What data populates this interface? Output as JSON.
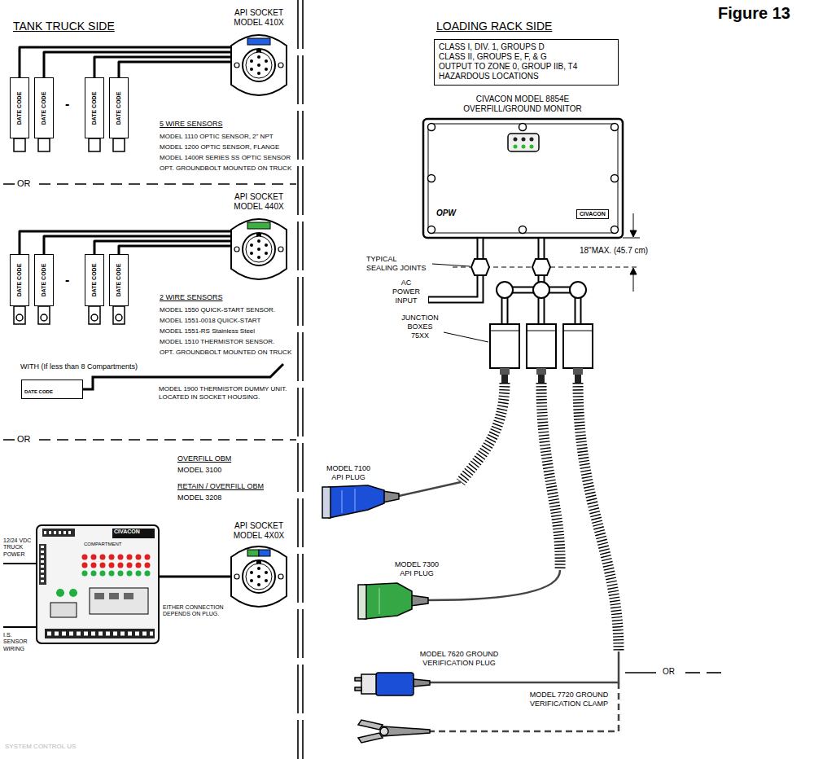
{
  "diagram": {
    "nodes": [
      {
        "text": [
          "API SOCKET MODEL 410X"
        ]
      },
      {
        "text": [
          "DATE CODE"
        ]
      },
      {
        "text": [
          "DATE CODE"
        ]
      },
      {
        "text": [
          "DATE CODE"
        ]
      },
      {
        "text": [
          "DATE CODE"
        ]
      },
      {
        "text": [
          "API SOCKET MODEL 440X"
        ]
      },
      {
        "text": [
          "DATE CODE"
        ]
      },
      {
        "text": [
          "DATE CODE"
        ]
      },
      {
        "text": [
          "DATE CODE"
        ]
      },
      {
        "text": [
          "DATE CODE"
        ]
      },
      {
        "text": [
          "DATE CODE"
        ]
      },
      {
        "text": [
          "CIVACON",
          "COMPARTMENT"
        ]
      },
      {
        "text": [
          "API SOCKET MODEL 4X0X"
        ]
      },
      {
        "text": [
          "CLASS I, DIV. 1, GROUPS D",
          "CLASS II, GROUPS E, F, & G",
          "OUTPUT TO ZONE 0, GROUP IIB, T4",
          "HAZARDOUS LOCATIONS"
        ]
      },
      {
        "text": [
          "CIVACON MODEL 8854E OVERFILL/GROUND MONITOR",
          "OPW",
          "CIVACON"
        ]
      },
      {
        "text": [
          "MODEL 7100 API PLUG"
        ]
      },
      {
        "text": [
          "MODEL 7300 API PLUG"
        ]
      },
      {
        "text": [
          "MODEL 7620 GROUND VERIFICATION PLUG"
        ]
      },
      {
        "text": [
          "MODEL 7720 GROUND VERIFICATION CLAMP"
        ]
      }
    ],
    "edges": [
      {
        "from": 1,
        "to": 0,
        "arrow": "none"
      },
      {
        "from": 2,
        "to": 0,
        "arrow": "none"
      },
      {
        "from": 3,
        "to": 0,
        "arrow": "none"
      },
      {
        "from": 4,
        "to": 0,
        "arrow": "none"
      },
      {
        "from": 6,
        "to": 5,
        "arrow": "none"
      },
      {
        "from": 7,
        "to": 5,
        "arrow": "none"
      },
      {
        "from": 8,
        "to": 5,
        "arrow": "none"
      },
      {
        "from": 9,
        "to": 5,
        "arrow": "none"
      },
      {
        "from": 11,
        "to": 12,
        "arrow": "none"
      }
    ],
    "labels": [
      "Figure 13",
      "TANK TRUCK SIDE",
      "LOADING RACK SIDE",
      "-",
      "5 WIRE SENSORS",
      "MODEL 1110 OPTIC SENSOR, 2\" NPT",
      "MODEL 1200 OPTIC SENSOR, FLANGE",
      "MODEL 1400R SERIES SS OPTIC SENSOR",
      "OPT. GROUNDBOLT MOUNTED ON TRUCK",
      "OR",
      "-",
      "2 WIRE SENSORS",
      "MODEL 1550 QUICK-START SENSOR.",
      "MODEL 1551-0018 QUICK-START",
      "MODEL 1551-RS Stainless Steel",
      "MODEL 1510 THERMISTOR SENSOR.",
      "OPT. GROUNDBOLT MOUNTED ON TRUCK",
      "WITH (If less than 8 Compartments)",
      "MODEL 1900 THERMISTOR DUMMY UNIT. LOCATED IN SOCKET HOUSING.",
      "OR",
      "OVERFILL OBM",
      "MODEL 3100",
      "RETAIN / OVERFILL OBM",
      "MODEL 3208",
      "12/24 VDC TRUCK POWER",
      "I.S. SENSOR WIRING",
      "EITHER CONNECTION DEPENDS ON PLUG.",
      "TYPICAL SEALING JOINTS",
      "18\"MAX. (45.7 cm)",
      "AC POWER INPUT",
      "JUNCTION BOXES 75XX",
      "OR",
      "SYSTEM CONTROL US"
    ]
  }
}
